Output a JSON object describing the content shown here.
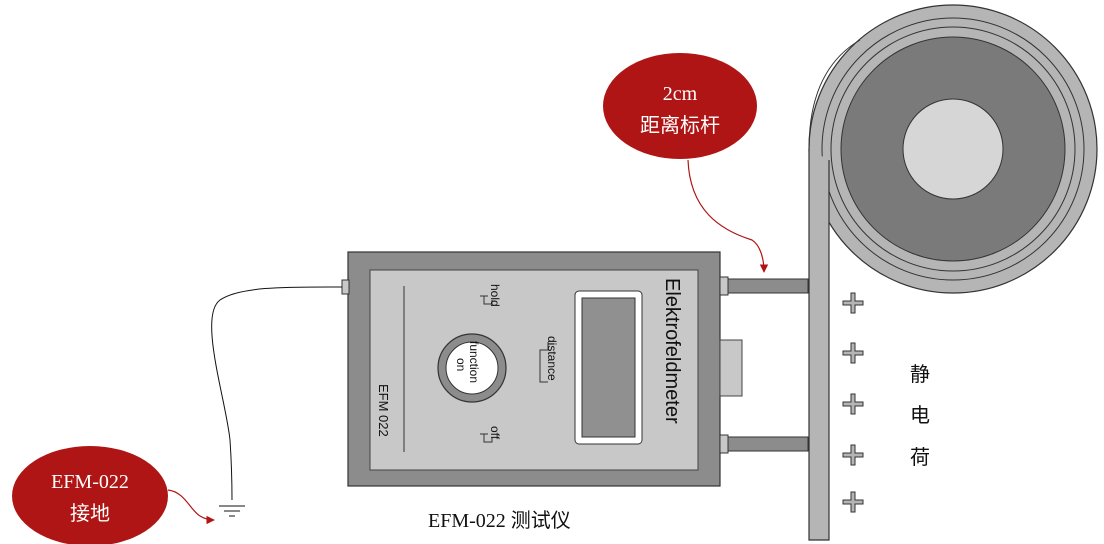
{
  "callouts": {
    "distance_rod": {
      "line1": "2cm",
      "line2": "距离标杆"
    },
    "grounding": {
      "line1": "EFM-022",
      "line2": "接地"
    }
  },
  "device": {
    "brand": "Elektrofeldmeter",
    "model": "EFM 022",
    "caption": "EFM-022 测试仪",
    "labels": {
      "hold": "hold",
      "distance": "distance",
      "off": "off",
      "function": "function",
      "on": "on"
    }
  },
  "charge": {
    "plus_symbol": "+",
    "label_chars": [
      "静",
      "电",
      "荷"
    ]
  },
  "colors": {
    "callout_red": "#b01515",
    "device_body": "#8c8c8c",
    "device_panel": "#c8c8c8",
    "display": "#909090",
    "roll_outer": "#b3b3b3",
    "roll_inner": "#7a7a7a",
    "roll_core": "#d6d6d6"
  }
}
